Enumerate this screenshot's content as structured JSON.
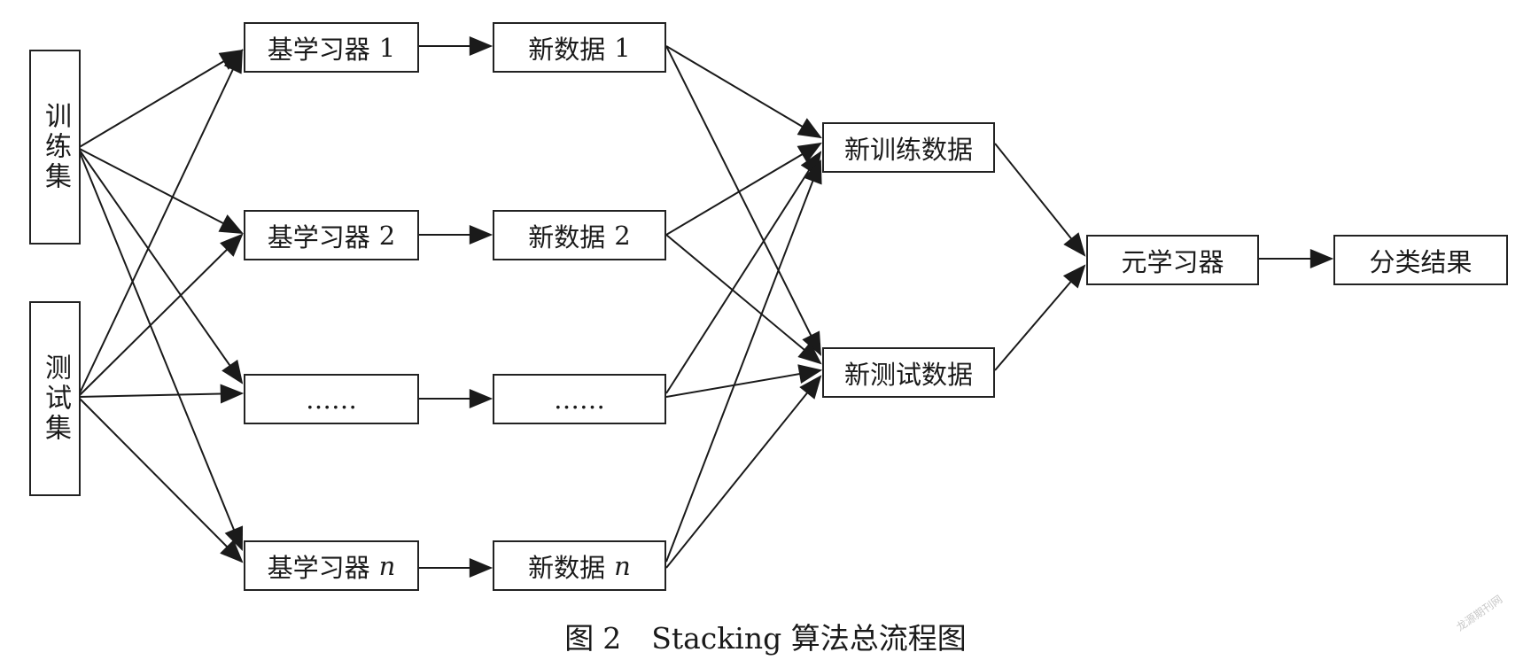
{
  "inputs": {
    "train": "训练集",
    "test": "测试集"
  },
  "base_learners": [
    {
      "label": "基学习器",
      "suffix": "1"
    },
    {
      "label": "基学习器",
      "suffix": "2"
    },
    {
      "label": "……",
      "suffix": ""
    },
    {
      "label": "基学习器",
      "suffix": "n"
    }
  ],
  "new_data": [
    {
      "label": "新数据",
      "suffix": "1"
    },
    {
      "label": "新数据",
      "suffix": "2"
    },
    {
      "label": "……",
      "suffix": ""
    },
    {
      "label": "新数据",
      "suffix": "n"
    }
  ],
  "merged": {
    "new_train": "新训练数据",
    "new_test": "新测试数据"
  },
  "meta_learner": "元学习器",
  "result": "分类结果",
  "caption": {
    "fig": "图",
    "num": "2",
    "title": "Stacking 算法总流程图"
  },
  "watermark": "龙源期刊网",
  "colors": {
    "line": "#1a1a1a",
    "border": "#222222",
    "background": "#ffffff"
  }
}
